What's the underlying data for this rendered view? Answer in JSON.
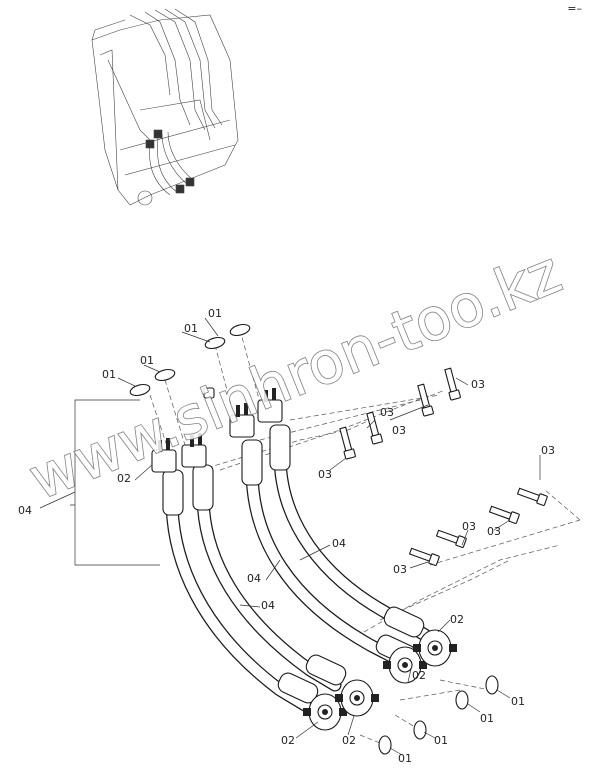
{
  "watermark": "www.sinhron-too.kz",
  "corner_mark": "=–",
  "labels": {
    "o_ring": "01",
    "flange": "02",
    "bolt": "03",
    "hose": "04"
  }
}
